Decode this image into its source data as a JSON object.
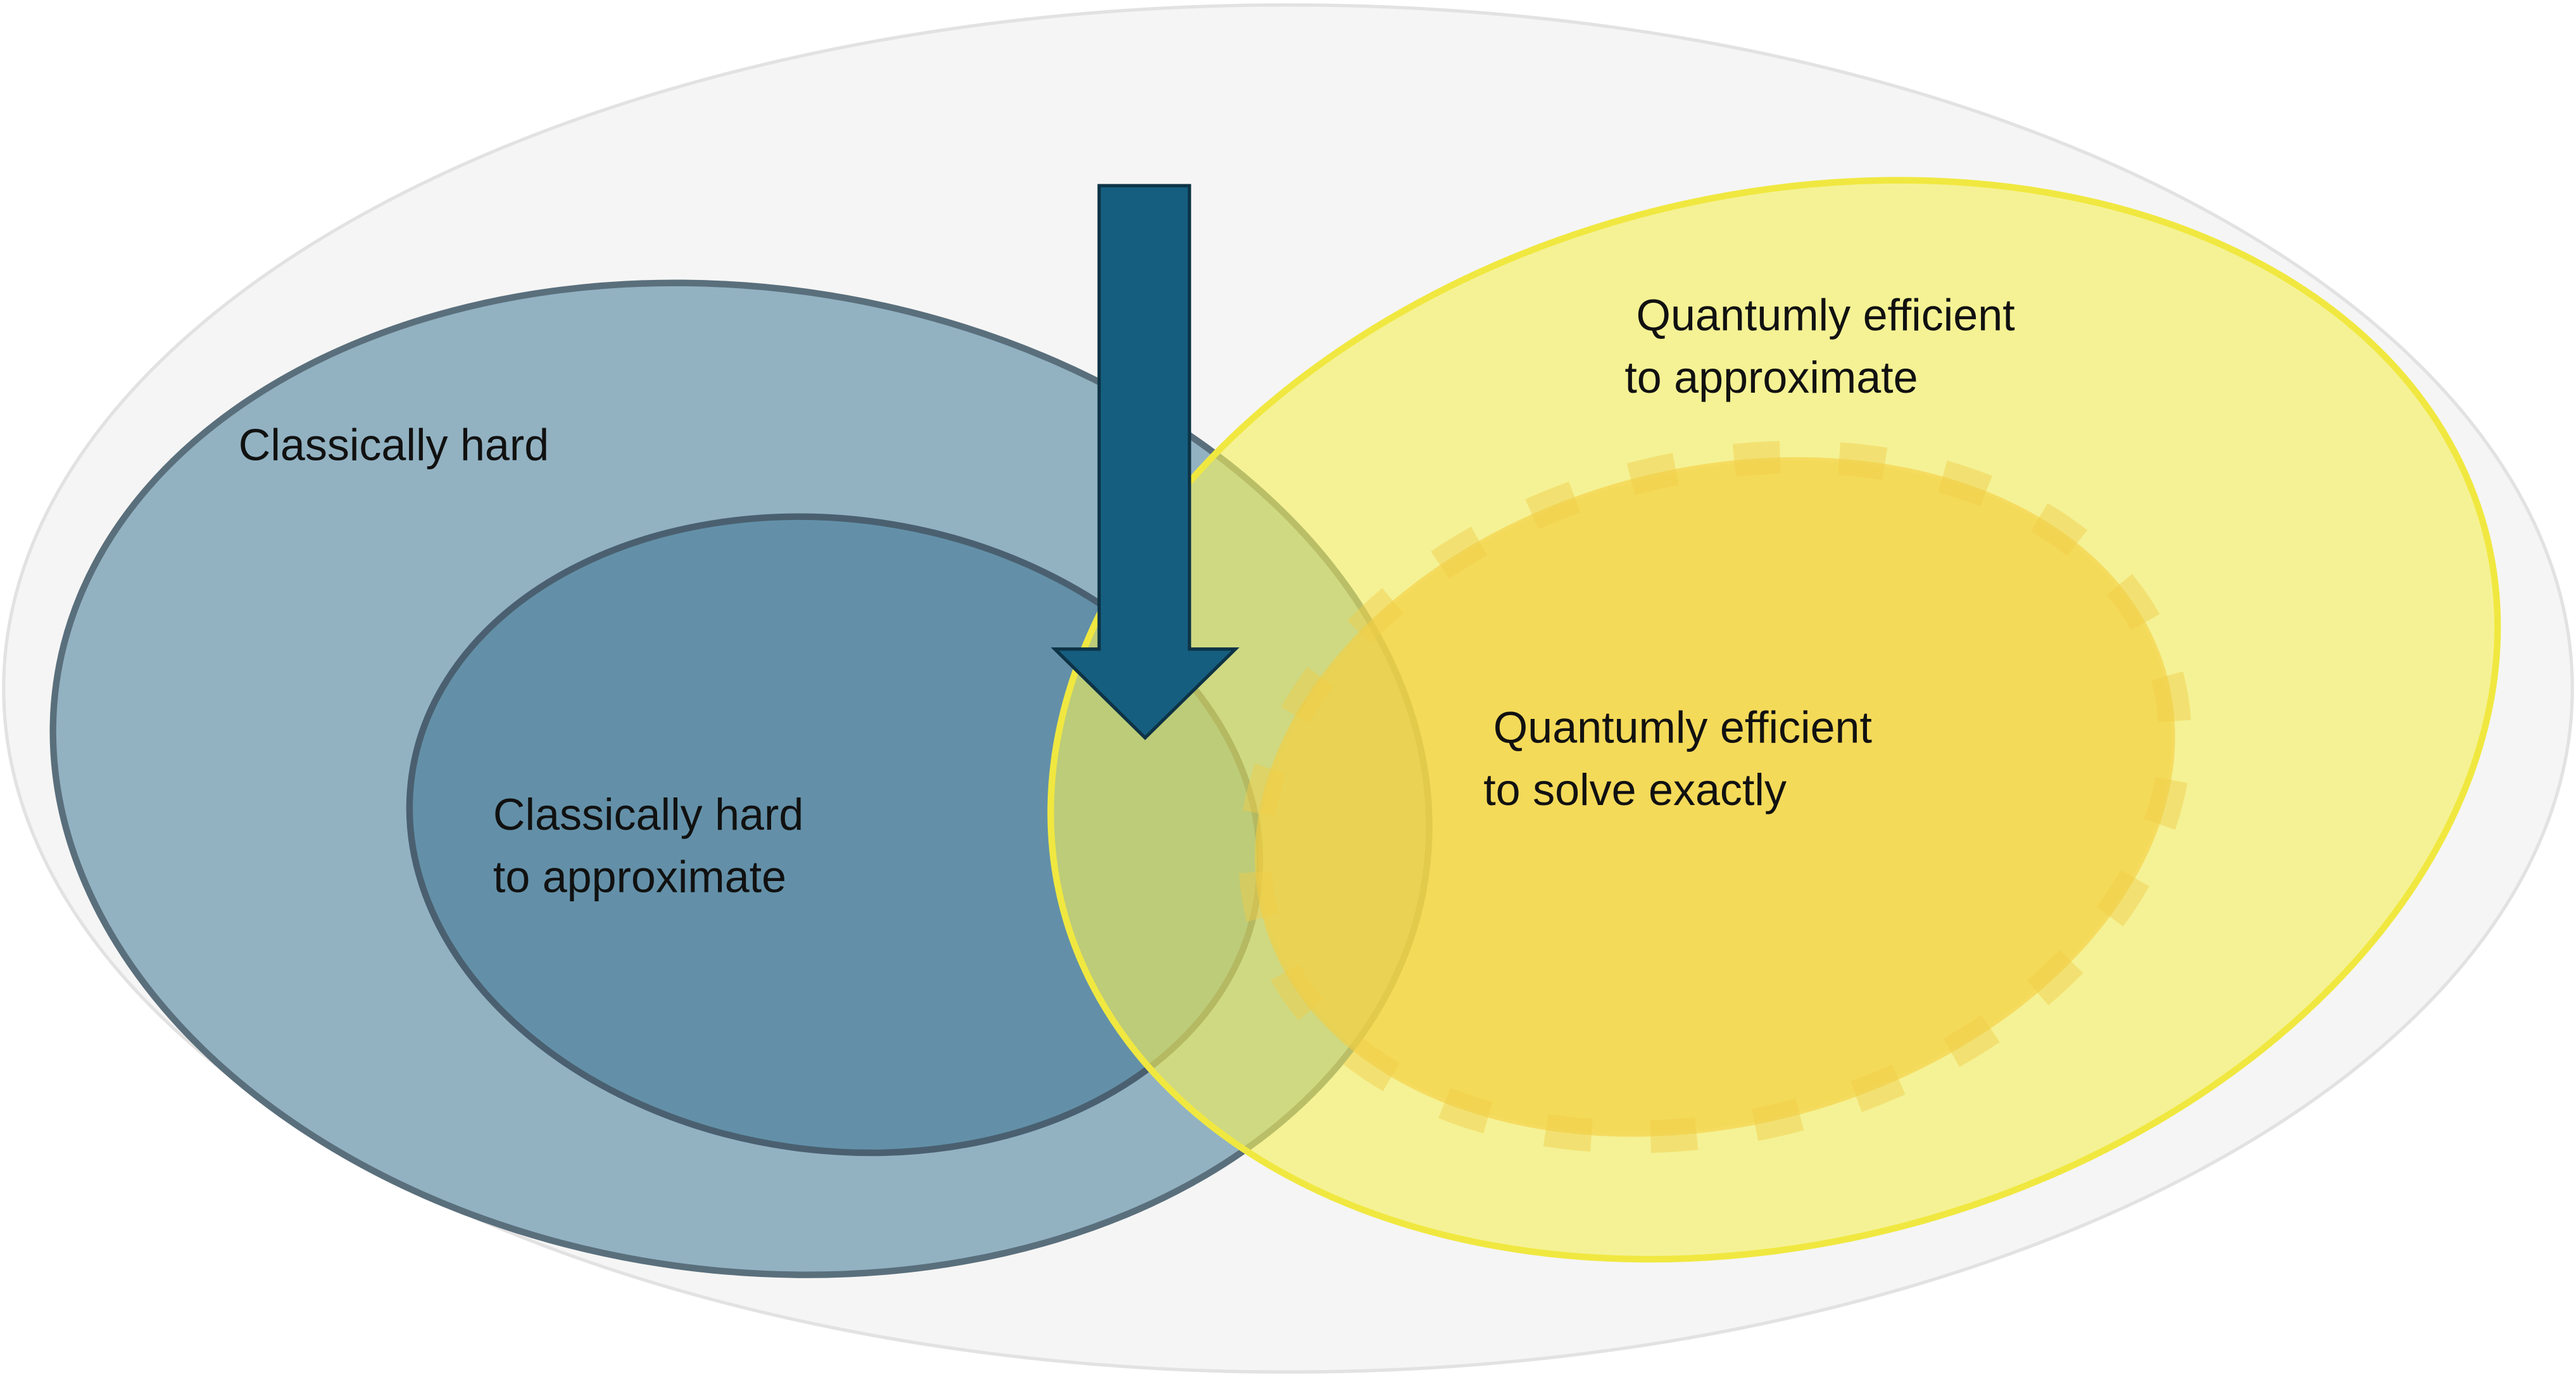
{
  "diagram": {
    "labels": {
      "classically_hard": "Classically hard",
      "classically_hard_approx_line1": "Classically hard",
      "classically_hard_approx_line2": "to approximate",
      "quantum_approx_line1": "Quantumly efficient",
      "quantum_approx_line2": "to approximate",
      "quantum_exact_line1": "Quantumly efficient",
      "quantum_exact_line2": "to solve exactly"
    },
    "colors": {
      "outer_fill": "#f5f5f5",
      "classically_hard_fill": "#92b2c2",
      "classically_hard_approx_fill": "#6390a8",
      "quantum_approx_fill": "#f5f05a",
      "quantum_exact_fill": "#f5cd3c",
      "arrow_fill": "#155e80"
    }
  }
}
